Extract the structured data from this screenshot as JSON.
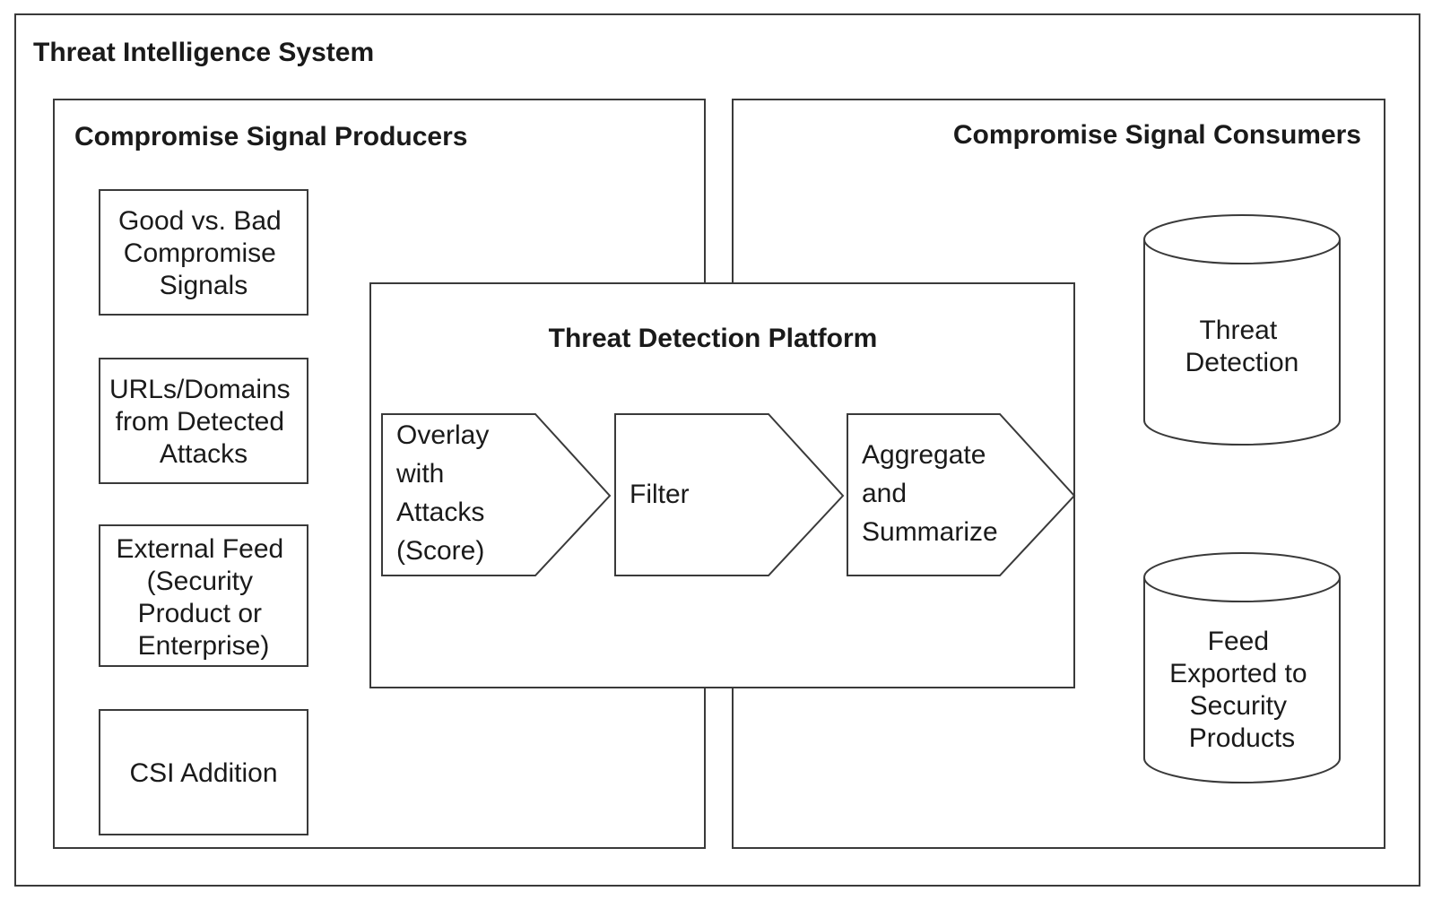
{
  "system": {
    "title": "Threat Intelligence System"
  },
  "producers": {
    "title": "Compromise Signal Producers",
    "items": [
      {
        "lines": [
          "Good vs. Bad",
          "Compromise",
          "Signals"
        ]
      },
      {
        "lines": [
          "URLs/Domains",
          "from Detected",
          "Attacks"
        ]
      },
      {
        "lines": [
          "External Feed",
          "(Security",
          "Product or",
          "Enterprise)"
        ]
      },
      {
        "lines": [
          "CSI Addition"
        ]
      }
    ]
  },
  "consumers": {
    "title": "Compromise Signal Consumers",
    "items": [
      {
        "lines": [
          "Threat",
          "Detection"
        ]
      },
      {
        "lines": [
          "Feed",
          "Exported to",
          "Security",
          "Products"
        ]
      }
    ]
  },
  "platform": {
    "title": "Threat Detection Platform",
    "steps": [
      {
        "lines": [
          "Overlay",
          "with",
          "Attacks",
          "(Score)"
        ]
      },
      {
        "lines": [
          "Filter"
        ]
      },
      {
        "lines": [
          "Aggregate",
          "and",
          "Summarize"
        ]
      }
    ]
  }
}
